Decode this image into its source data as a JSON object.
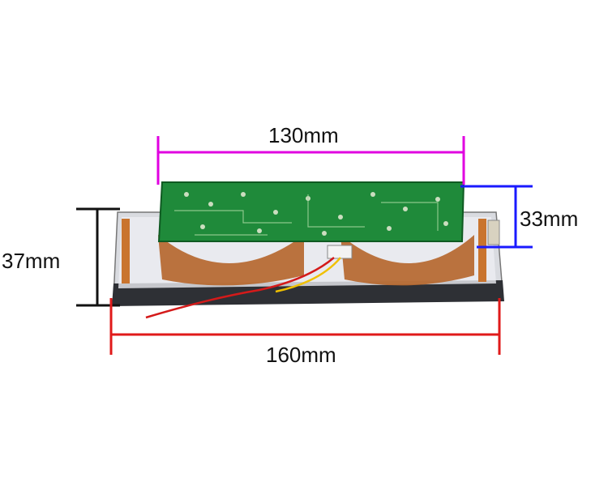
{
  "dimensions": {
    "top_width": "130mm",
    "right_height": "33mm",
    "left_height": "37mm",
    "bottom_width": "160mm"
  },
  "colors": {
    "top_width_line": "#e000e0",
    "right_height_line": "#1a1aff",
    "left_height_line": "#111111",
    "bottom_width_line": "#e01a1a",
    "pcb_green": "#1f8a3a"
  }
}
